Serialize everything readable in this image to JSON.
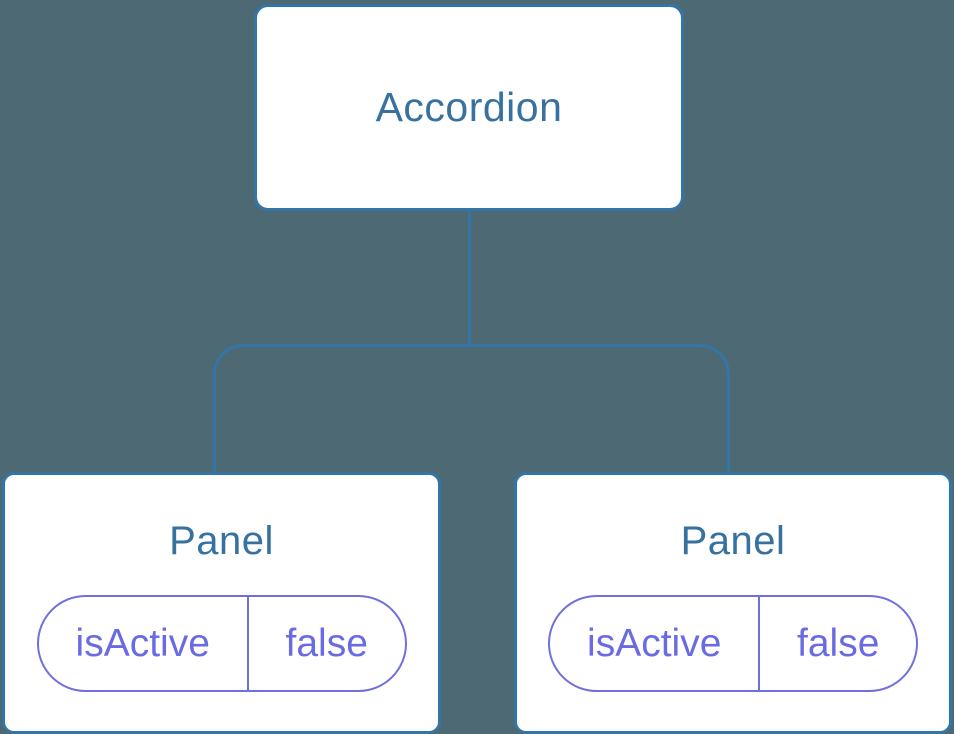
{
  "colors": {
    "background": "#4D6973",
    "line_blue": "#3375A7",
    "text_blue": "#36719F",
    "pill_text_purple": "#6A6AE2",
    "pill_border_purple": "#7070DC",
    "node_background": "#FFFFFF"
  },
  "tree": {
    "root": {
      "label": "Accordion"
    },
    "children": [
      {
        "label": "Panel",
        "state": {
          "key": "isActive",
          "value": "false"
        }
      },
      {
        "label": "Panel",
        "state": {
          "key": "isActive",
          "value": "false"
        }
      }
    ]
  }
}
